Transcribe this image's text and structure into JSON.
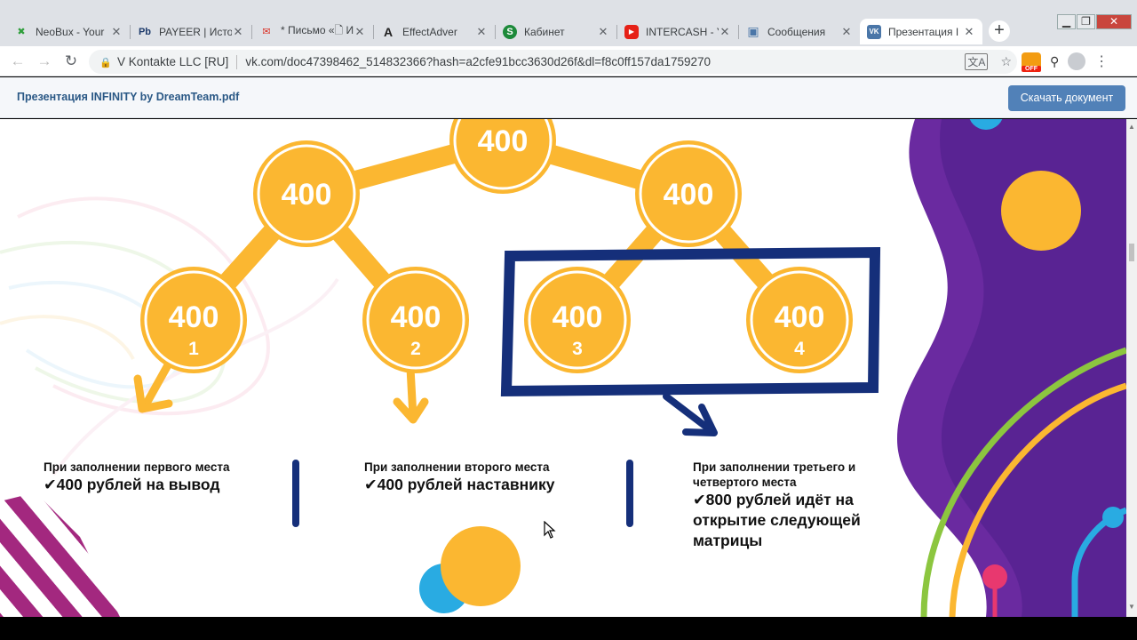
{
  "tabs": [
    {
      "label": "NeoBux - Your",
      "icon": "neobux-icon",
      "glyph": "✖",
      "color": "#2e9e3a"
    },
    {
      "label": "PAYEER | Истор",
      "icon": "payeer-icon",
      "glyph": "Pb",
      "color": "#1d3a6b"
    },
    {
      "label": "* Письмо «🗋 И",
      "icon": "mail-icon",
      "glyph": "✉",
      "color": "#d93025"
    },
    {
      "label": "EffectAdver",
      "icon": "effectadver-icon",
      "glyph": "A",
      "color": "#222"
    },
    {
      "label": "Кабинет",
      "icon": "cabinet-icon",
      "glyph": "S",
      "color": "#1d8a3a"
    },
    {
      "label": "INTERCASH - Y",
      "icon": "youtube-icon",
      "glyph": "▶",
      "color": "#e62117"
    },
    {
      "label": "Сообщения",
      "icon": "messages-icon",
      "glyph": "▣",
      "color": "#4a76a8"
    },
    {
      "label": "Презентация I",
      "icon": "vk-icon",
      "glyph": "VK",
      "color": "#4a76a8"
    }
  ],
  "toolbar": {
    "site_name": "V Kontakte LLC [RU]",
    "url": "vk.com/doc47398462_514832366?hash=a2cfe91bcc3630d26f&dl=f8c0ff157da1759270",
    "ext_off_label": "OFF"
  },
  "docbar": {
    "title": "Презентация INFINITY by DreamTeam.pdf",
    "download_label": "Скачать документ"
  },
  "slide": {
    "nodes": [
      {
        "value": "400",
        "sub": ""
      },
      {
        "value": "400",
        "sub": ""
      },
      {
        "value": "400",
        "sub": ""
      },
      {
        "value": "400",
        "sub": "1"
      },
      {
        "value": "400",
        "sub": "2"
      },
      {
        "value": "400",
        "sub": "3"
      },
      {
        "value": "400",
        "sub": "4"
      }
    ],
    "captions": [
      {
        "line1": "При заполнении первого места",
        "line2": "",
        "body": "✔400 рублей на вывод"
      },
      {
        "line1": "При заполнении второго места",
        "line2": "",
        "body": "✔400 рублей наставнику"
      },
      {
        "line1": "При заполнении третьего и",
        "line2": "четвертого места",
        "body": "✔800 рублей идёт на открытие следующей матрицы"
      }
    ],
    "colors": {
      "gold": "#fbb731",
      "navy": "#152f7a",
      "purple": "#6a2aa0",
      "magenta": "#a3287f",
      "green": "#8cc63f",
      "sky": "#29abe2",
      "pink": "#e8386f"
    }
  }
}
